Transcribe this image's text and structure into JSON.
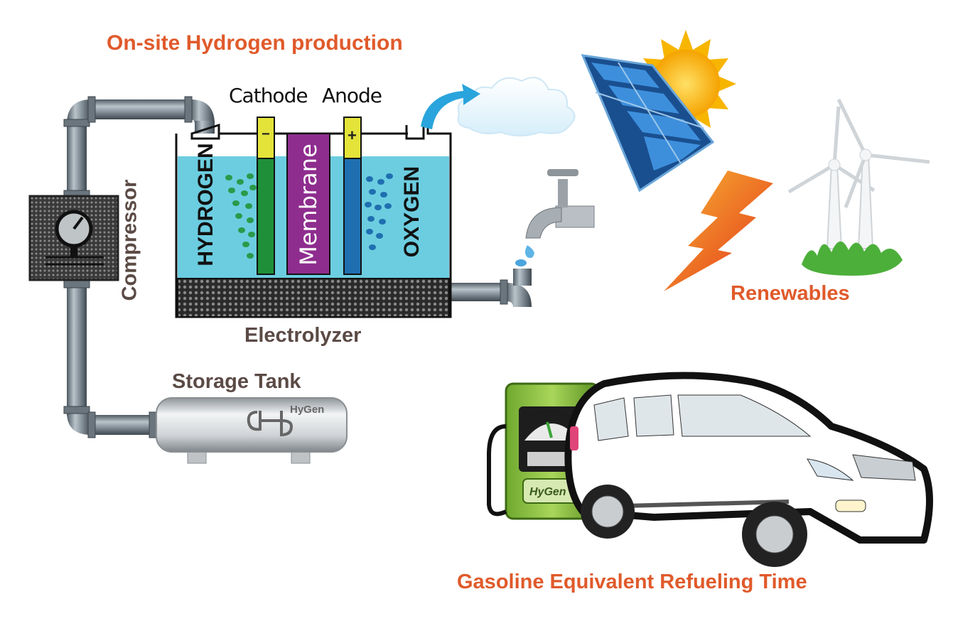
{
  "diagram": {
    "title": "On-site Hydrogen production",
    "electrolyzer": {
      "label": "Electrolyzer",
      "cathode_label": "Cathode",
      "anode_label": "Anode",
      "hydrogen_label": "HYDROGEN",
      "oxygen_label": "OXYGEN",
      "membrane_label": "Membrane",
      "cathode_sign": "−",
      "anode_sign": "+"
    },
    "compressor_label": "Compressor",
    "storage_tank": {
      "label": "Storage Tank",
      "brand": "HyGen"
    },
    "renewables_label": "Renewables",
    "refueling": {
      "label": "Gasoline Equivalent Refueling Time",
      "pump_brand": "HyGen"
    },
    "colors": {
      "accent_orange": "#e05a2b",
      "label_brown": "#5b4a45",
      "water": "#6ccde0",
      "cathode_green": "#1f8f3a",
      "membrane_purple": "#8e2d8e",
      "anode_blue": "#1f6fb0",
      "electrode_cap": "#e3e33a"
    },
    "icons": [
      "pressure-gauge-icon",
      "water-faucet-icon",
      "cloud-icon",
      "solar-panel-icon",
      "sun-icon",
      "lightning-bolt-icon",
      "wind-turbine-icon",
      "fuel-pump-icon",
      "suv-car-icon"
    ]
  }
}
